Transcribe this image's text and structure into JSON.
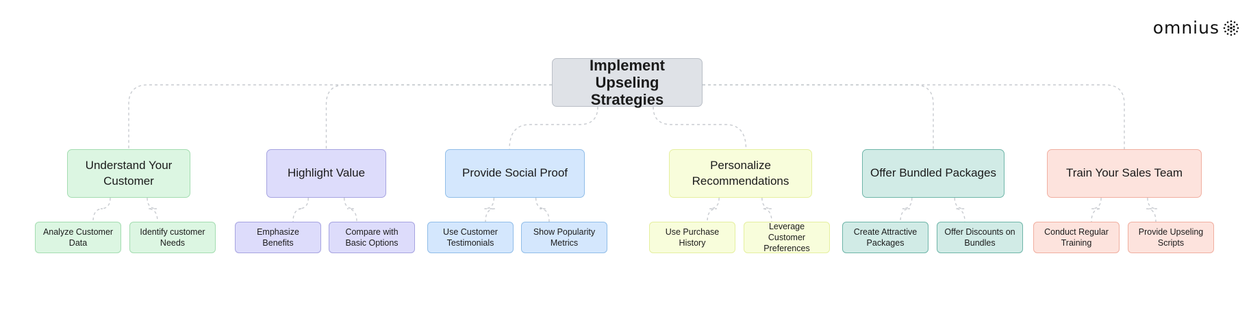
{
  "logo": {
    "text": "omnius",
    "icon": "dotted-sphere-icon"
  },
  "root": {
    "label": "Implement Upseling Strategies",
    "fill": "#dfe2e7",
    "border": "#b9bec6"
  },
  "branches": [
    {
      "label": "Understand Your Customer",
      "fill": "#dcf6e2",
      "border": "#a3dcb0",
      "children": [
        "Analyze Customer Data",
        "Identify customer Needs"
      ]
    },
    {
      "label": "Highlight Value",
      "fill": "#dddcfb",
      "border": "#a6a3e0",
      "children": [
        "Emphasize Benefits",
        "Compare with Basic Options"
      ]
    },
    {
      "label": "Provide Social Proof",
      "fill": "#d4e7fd",
      "border": "#90bde8",
      "children": [
        "Use Customer Testimonials",
        "Show Popularity Metrics"
      ]
    },
    {
      "label": "Personalize Recommendations",
      "fill": "#f8fddb",
      "border": "#e5ef9f",
      "children": [
        "Use Purchase History",
        "Leverage Customer Preferences"
      ]
    },
    {
      "label": "Offer Bundled Packages",
      "fill": "#d1ebe6",
      "border": "#6eb5a8",
      "children": [
        "Create Attractive Packages",
        "Offer Discounts on Bundles"
      ]
    },
    {
      "label": "Train Your Sales Team",
      "fill": "#fde3dd",
      "border": "#f0aea0",
      "children": [
        "Conduct Regular Training",
        "Provide Upseling Scripts"
      ]
    }
  ]
}
